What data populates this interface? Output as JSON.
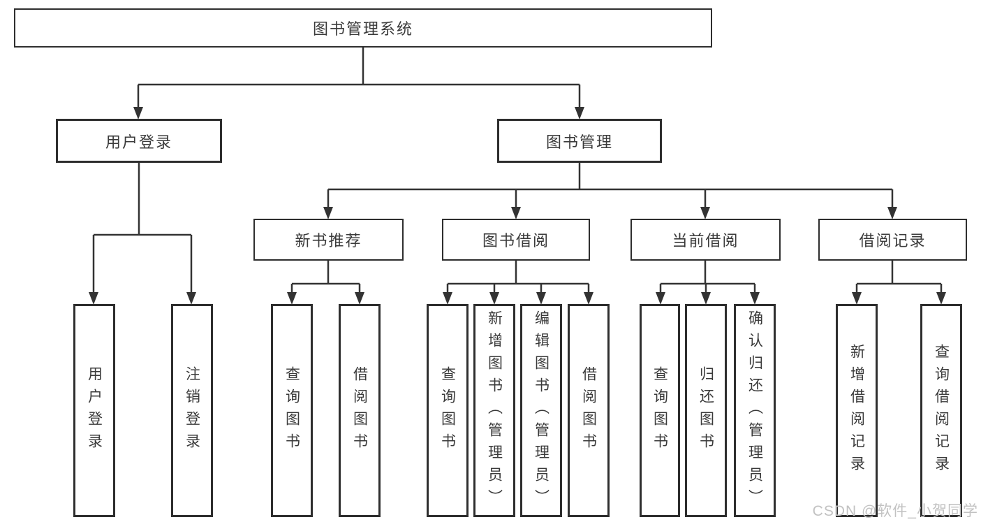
{
  "title": "图书管理系统",
  "watermark": "CSDN @软件_小贺同学",
  "colors": {
    "line": "#333333",
    "box_border": "#2e2e2e",
    "text": "#3a3a3a",
    "background": "#ffffff",
    "watermark": "#c2c2c2"
  },
  "tree": {
    "root": "图书管理系统",
    "branches": [
      {
        "label": "用户登录",
        "children": [
          "用户登录",
          "注销登录"
        ]
      },
      {
        "label": "图书管理",
        "children": [
          {
            "label": "新书推荐",
            "children": [
              "查询图书",
              "借阅图书"
            ]
          },
          {
            "label": "图书借阅",
            "children": [
              "查询图书",
              "新增图书（管理员）",
              "编辑图书（管理员）",
              "借阅图书"
            ]
          },
          {
            "label": "当前借阅",
            "children": [
              "查询图书",
              "归还图书",
              "确认归还（管理员）"
            ]
          },
          {
            "label": "借阅记录",
            "children": [
              "新增借阅记录",
              "查询借阅记录"
            ]
          }
        ]
      }
    ]
  }
}
